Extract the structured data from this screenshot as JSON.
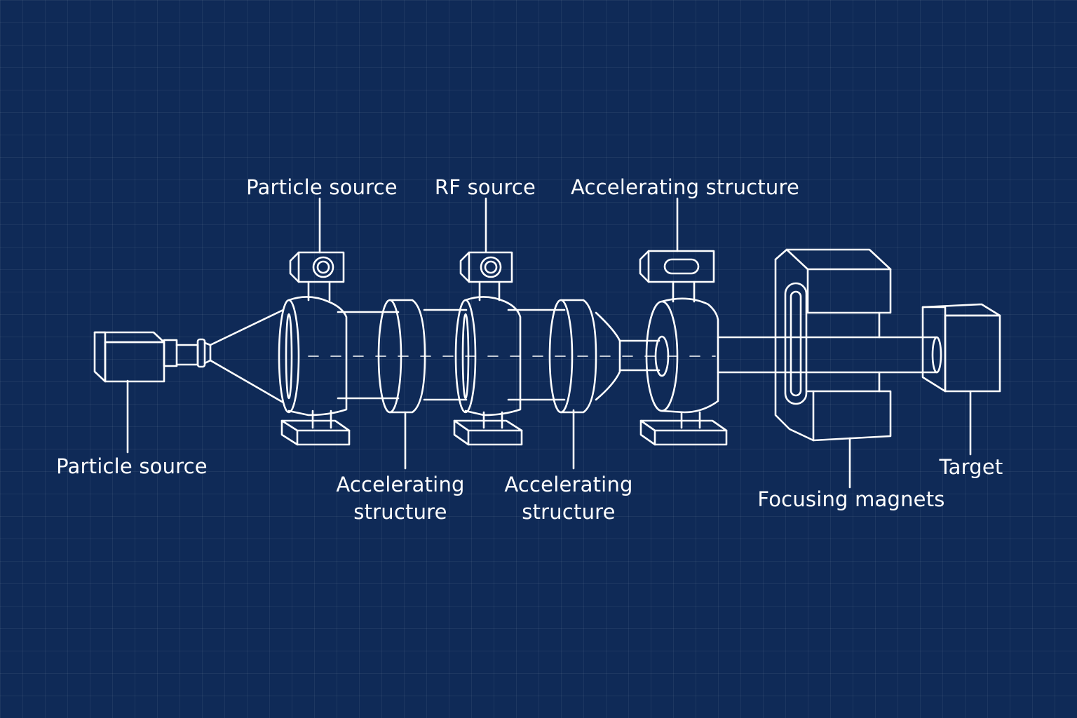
{
  "labels": {
    "particle_source_top": "Particle source",
    "rf_source": "RF source",
    "accelerating_structure_top": "Accelerating structure",
    "particle_source_left": "Particle source",
    "accelerating_structure_1": "Accelerating structure",
    "accelerating_structure_2": "Accelerating structure",
    "focusing_magnets": "Focusing magnets",
    "target": "Target"
  },
  "colors": {
    "background": "#0f2a57",
    "line": "#ffffff"
  }
}
